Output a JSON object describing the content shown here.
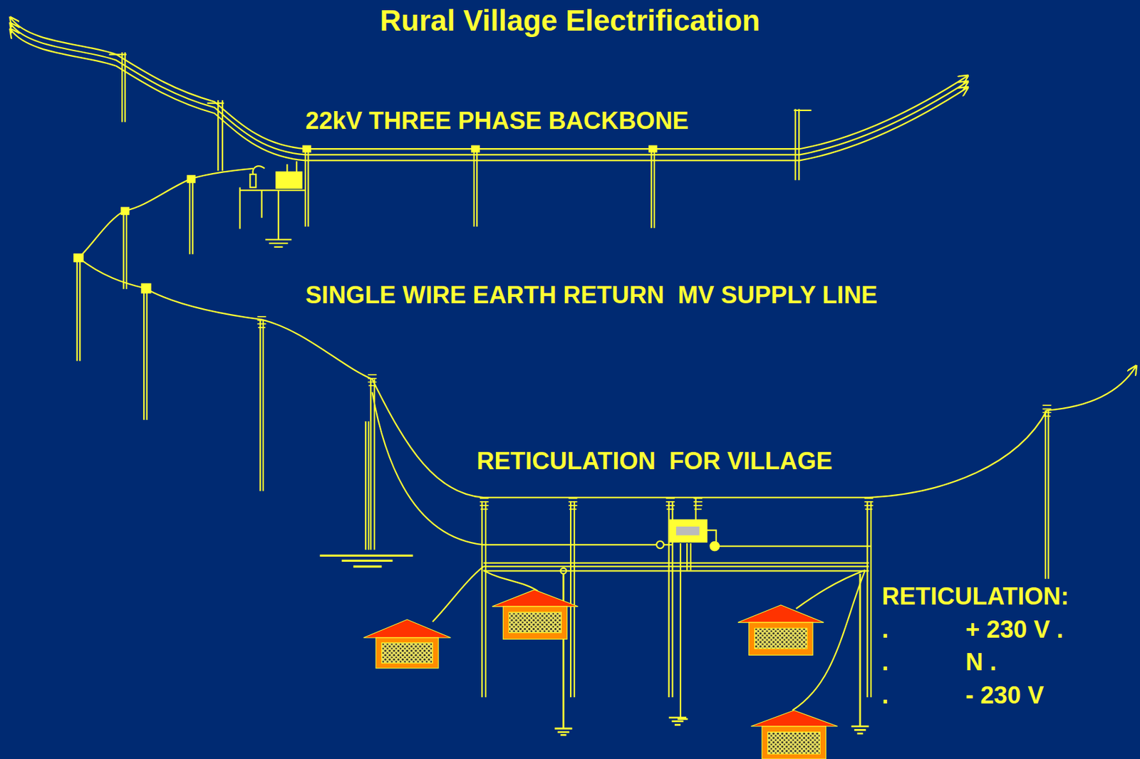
{
  "diagram": {
    "title": "Rural Village Electrification",
    "labels": [
      "22kV THREE PHASE BACKBONE",
      "SINGLE WIRE EARTH RETURN  MV SUPPLY LINE",
      "RETICULATION  FOR VILLAGE",
      "RETICULATION:",
      ".",
      "+ 230 V .",
      ".",
      "N .",
      ".",
      "- 230 V"
    ]
  }
}
